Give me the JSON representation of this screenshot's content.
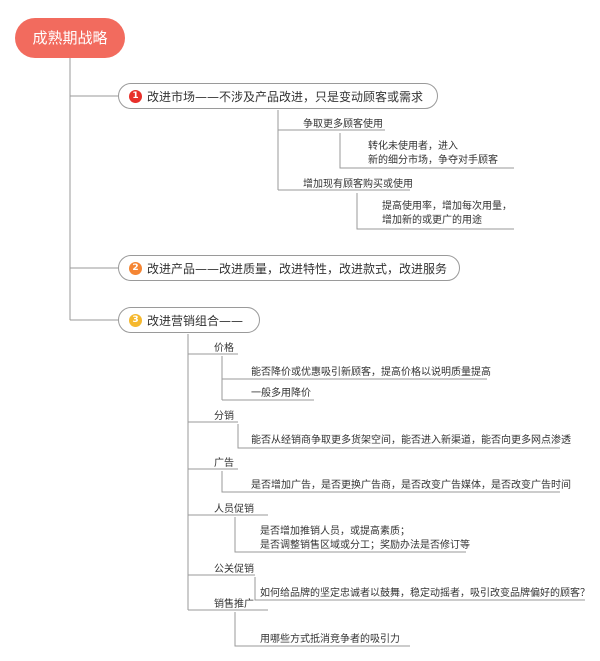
{
  "root": "成熟期战略",
  "colors": {
    "root": "#f26b5e",
    "badge1": "#e8302a",
    "badge2": "#f58634",
    "badge3": "#f5b82e",
    "line": "#9a9a9a"
  },
  "b1": {
    "num": "1",
    "label": "改进市场——不涉及产品改进，只是变动顾客或需求",
    "sub1": {
      "label": "争取更多顾客使用",
      "detail": [
        "转化未使用者，进入",
        "新的细分市场，争夺对手顾客"
      ]
    },
    "sub2": {
      "label": "增加现有顾客购买或使用",
      "detail": [
        "提高使用率，增加每次用量，",
        "增加新的或更广的用途"
      ]
    }
  },
  "b2": {
    "num": "2",
    "label": "改进产品——改进质量，改进特性，改进款式，改进服务"
  },
  "b3": {
    "num": "3",
    "label": "改进营销组合——",
    "price": {
      "label": "价格",
      "detail1": "能否降价或优惠吸引新顾客，提高价格以说明质量提高",
      "detail2": "一般多用降价"
    },
    "dist": {
      "label": "分销",
      "detail": "能否从经销商争取更多货架空间，能否进入新渠道，能否向更多网点渗透"
    },
    "ad": {
      "label": "广告",
      "detail": "是否增加广告，是否更换广告商，是否改变广告媒体，是否改变广告时间"
    },
    "sales": {
      "label": "人员促销",
      "detail": [
        "是否增加推销人员，或提高素质；",
        "是否调整销售区域或分工；奖励办法是否修订等"
      ]
    },
    "pr": {
      "label": "公关促销",
      "detail": "如何给品牌的坚定忠诚者以鼓舞，稳定动摇者，吸引改变品牌偏好的顾客？"
    },
    "promo": {
      "label": "销售推广",
      "detail": "用哪些方式抵消竞争者的吸引力"
    }
  }
}
